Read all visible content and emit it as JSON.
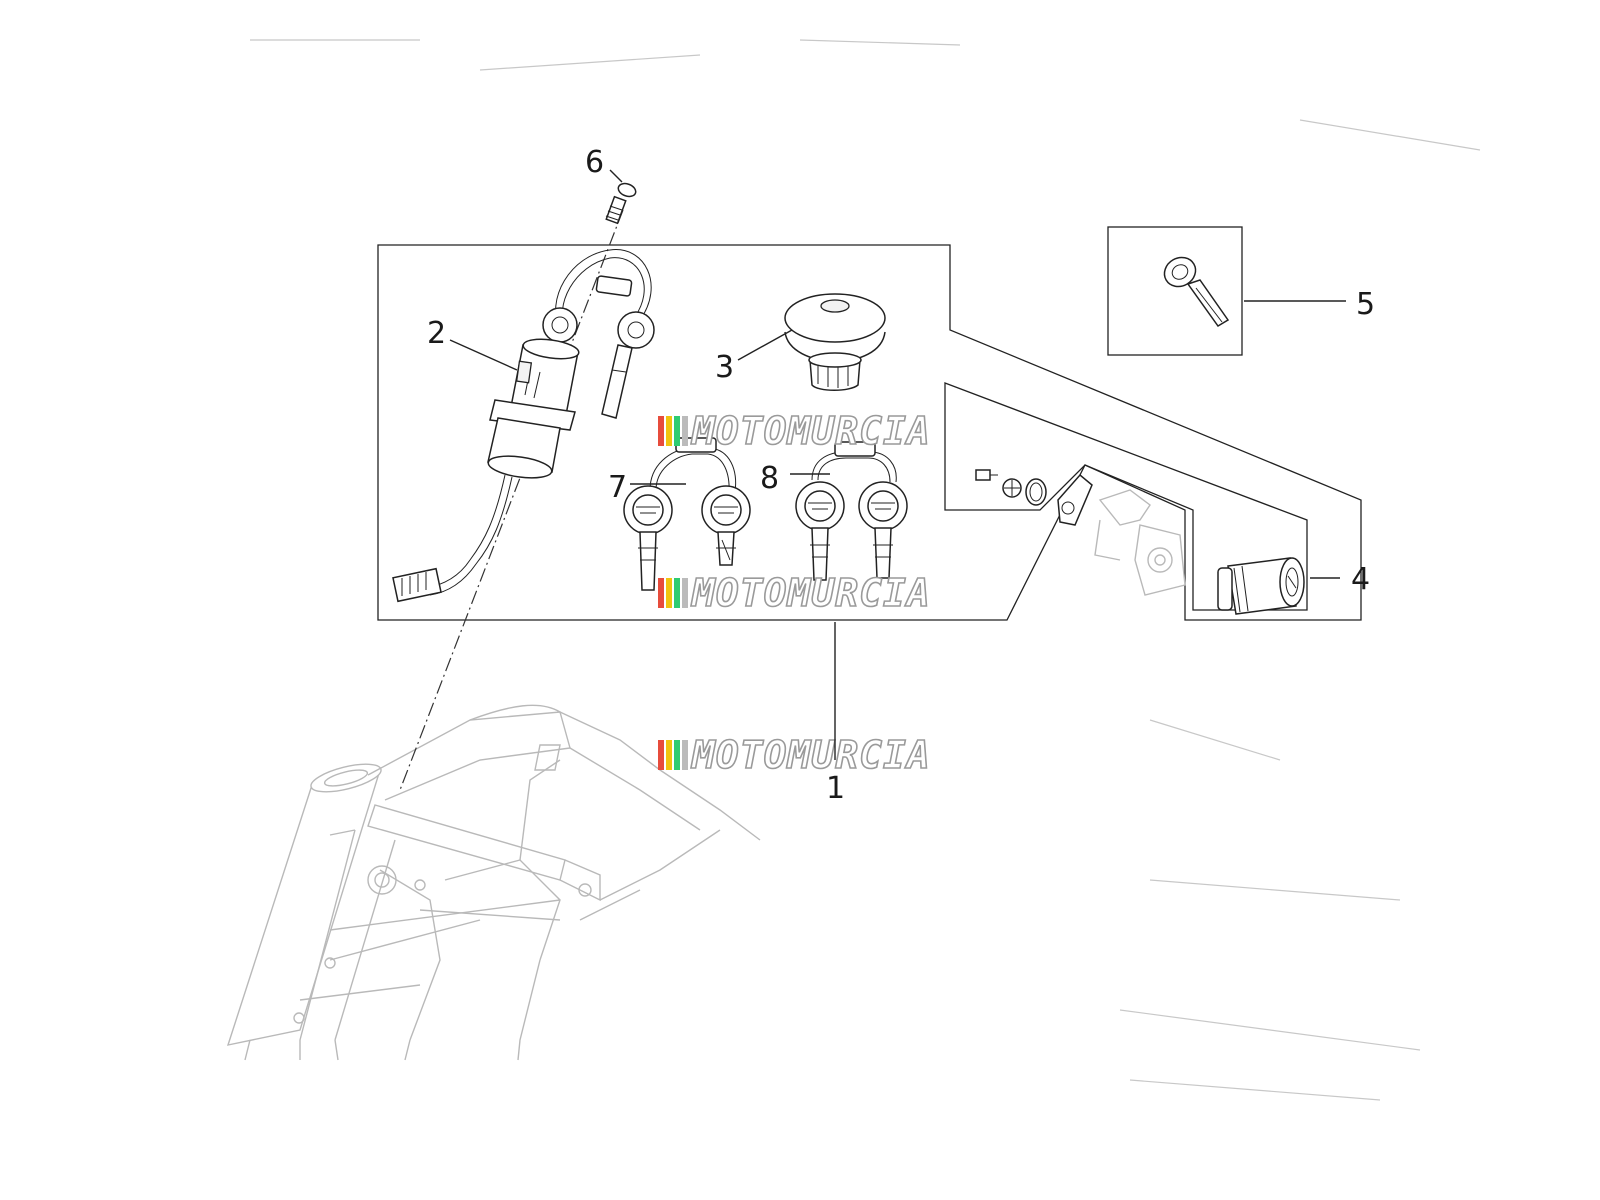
{
  "callouts": [
    {
      "num": "1"
    },
    {
      "num": "2"
    },
    {
      "num": "3"
    },
    {
      "num": "4"
    },
    {
      "num": "5"
    },
    {
      "num": "6"
    },
    {
      "num": "7"
    },
    {
      "num": "8"
    }
  ],
  "watermark": {
    "text": "MOTOMURCIA",
    "stripe_colors": [
      "#e74c3c",
      "#f1c40f",
      "#2ecc71",
      "#bbbbbb"
    ]
  },
  "colors": {
    "line": "#222222",
    "frame": "#b9b9b9",
    "background": "#ffffff"
  }
}
